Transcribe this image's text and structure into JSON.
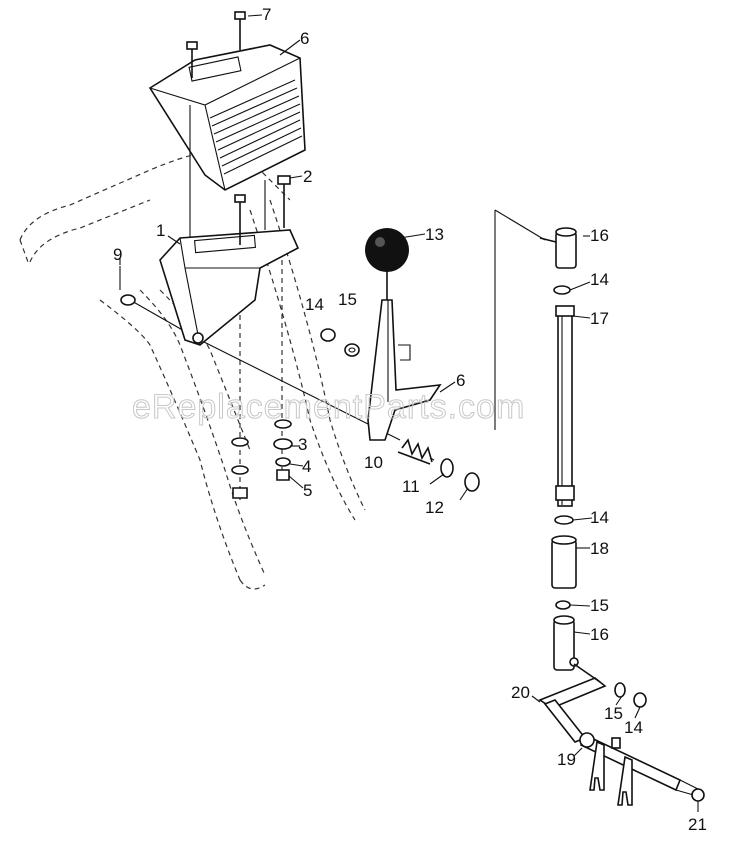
{
  "watermark": "eReplacementParts.com",
  "labels": {
    "p1": "1",
    "p2": "2",
    "p3": "3",
    "p4": "4",
    "p5": "5",
    "p6_top": "6",
    "p6_side": "6",
    "p7": "7",
    "p9": "9",
    "p10": "10",
    "p11": "11",
    "p12": "12",
    "p13": "13",
    "p14_a": "14",
    "p14_b": "14",
    "p14_c": "14",
    "p14_d": "14",
    "p15_a": "15",
    "p15_b": "15",
    "p15_c": "15",
    "p16_a": "16",
    "p16_b": "16",
    "p17": "17",
    "p18": "18",
    "p19": "19",
    "p20": "20",
    "p21": "21"
  }
}
